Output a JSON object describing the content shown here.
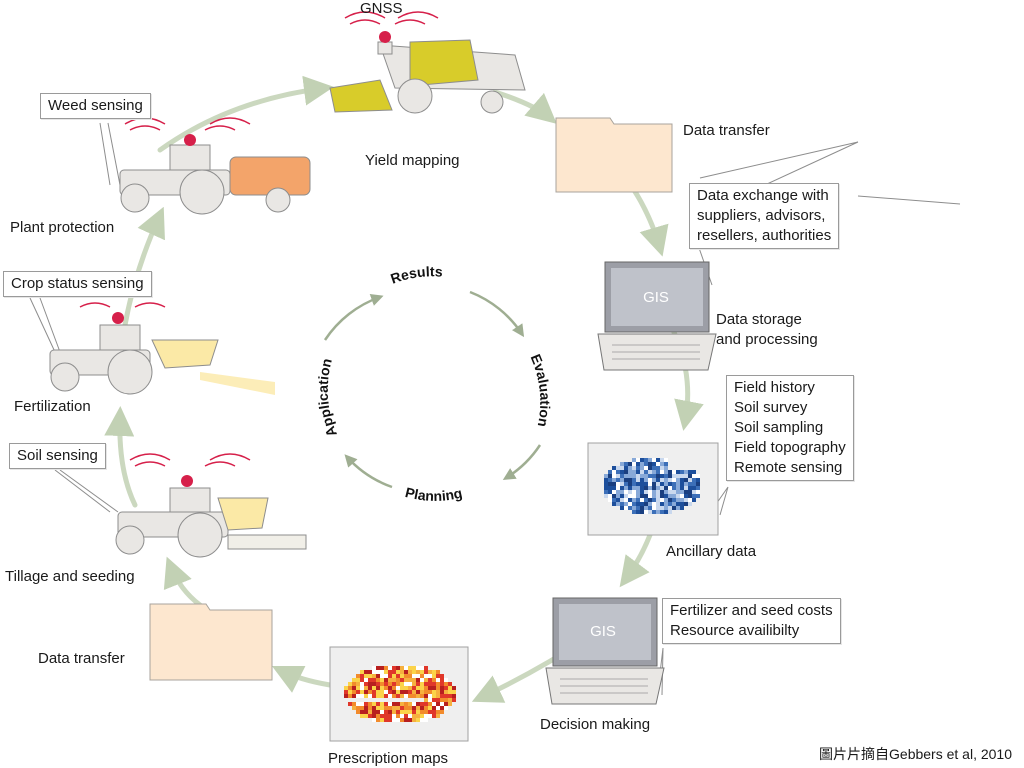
{
  "diagram": {
    "stages": {
      "gnss": "GNSS",
      "yield_mapping": "Yield mapping",
      "data_transfer_top": "Data transfer",
      "data_storage": [
        "Data storage",
        "and processing"
      ],
      "ancillary_data": "Ancillary data",
      "decision_making": "Decision making",
      "prescription_maps": "Prescription maps",
      "data_transfer_left": "Data transfer",
      "tillage_seeding": "Tillage and seeding",
      "fertilization": "Fertilization",
      "plant_protection": "Plant protection"
    },
    "sensing_labels": {
      "weed": "Weed sensing",
      "crop_status": "Crop status sensing",
      "soil": "Soil sensing"
    },
    "callouts": {
      "data_exchange": [
        "Data exchange with",
        "suppliers, advisors,",
        "resellers, authorities"
      ],
      "ancillary_sources": [
        "Field history",
        "Soil survey",
        "Soil sampling",
        "Field topography",
        "Remote sensing"
      ],
      "decision_inputs": [
        "Fertilizer and seed costs",
        "Resource availibilty"
      ]
    },
    "screen_label": "GIS",
    "inner_cycle": [
      "Results",
      "Evaluation",
      "Planning",
      "Application"
    ]
  },
  "credit": "圖片片摘自Gebbers et al, 2010",
  "colors": {
    "arrow": "#cbd8bf",
    "machine": "#e9e7e4",
    "machine_stroke": "#8d8d8d",
    "antenna": "#d6204a",
    "tank_orange": "#f3a46a",
    "folder": "#fde7cf",
    "crop_yellow": "#d8cc2a",
    "seed_yellow": "#fbe9a6",
    "map_blue": "#1d4f9c",
    "map_red": "#e0372a"
  }
}
